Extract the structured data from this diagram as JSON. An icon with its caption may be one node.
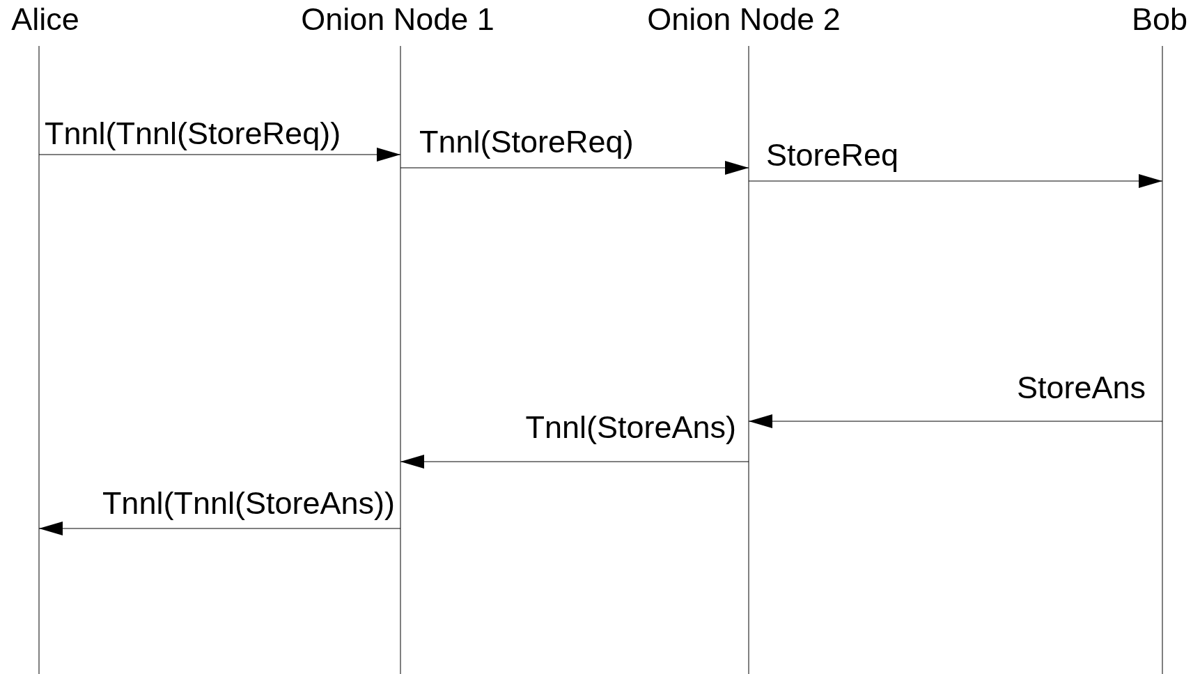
{
  "diagram": {
    "nodes": [
      {
        "text": [
          "Alice"
        ]
      },
      {
        "text": [
          "Onion Node 1"
        ]
      },
      {
        "text": [
          "Onion Node 2"
        ]
      },
      {
        "text": [
          "Bob"
        ]
      }
    ],
    "edges": [
      {
        "from": 0,
        "to": 1,
        "arrow": "to",
        "label": "Tnnl(Tnnl(StoreReq))"
      },
      {
        "from": 1,
        "to": 2,
        "arrow": "to",
        "label": "Tnnl(StoreReq)"
      },
      {
        "from": 2,
        "to": 3,
        "arrow": "to",
        "label": "StoreReq"
      },
      {
        "from": 3,
        "to": 2,
        "arrow": "to",
        "label": "StoreAns"
      },
      {
        "from": 2,
        "to": 1,
        "arrow": "to",
        "label": "Tnnl(StoreAns)"
      },
      {
        "from": 1,
        "to": 0,
        "arrow": "to",
        "label": "Tnnl(Tnnl(StoreAns))"
      }
    ]
  }
}
